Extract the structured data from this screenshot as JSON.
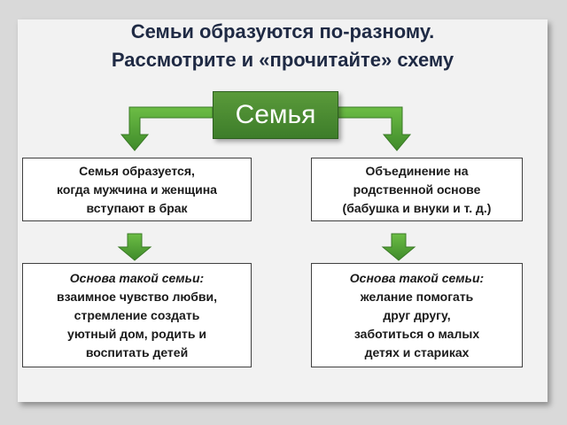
{
  "title": {
    "line1": "Семьи образуются по-разному.",
    "line2": "Рассмотрите и «прочитайте» схему"
  },
  "root_label": "Семья",
  "colors": {
    "accent_green": "#4a8c33",
    "arrow_green": "#5aa83a",
    "title_color": "#1f2a44"
  },
  "left_branch": {
    "top_box": {
      "lines": [
        "Семья образуется,",
        "когда мужчина и женщина",
        "вступают в брак"
      ]
    },
    "bottom_box": {
      "heading": "Основа такой семьи:",
      "lines": [
        "взаимное чувство любви,",
        "стремление создать",
        "уютный дом, родить и",
        "воспитать детей"
      ]
    }
  },
  "right_branch": {
    "top_box": {
      "lines": [
        "Объединение на",
        "родственной основе",
        "(бабушка и внуки и т. д.)"
      ]
    },
    "bottom_box": {
      "heading": "Основа такой семьи:",
      "lines": [
        "желание помогать",
        "друг другу,",
        "заботиться о малых",
        "детях и стариках"
      ]
    }
  }
}
